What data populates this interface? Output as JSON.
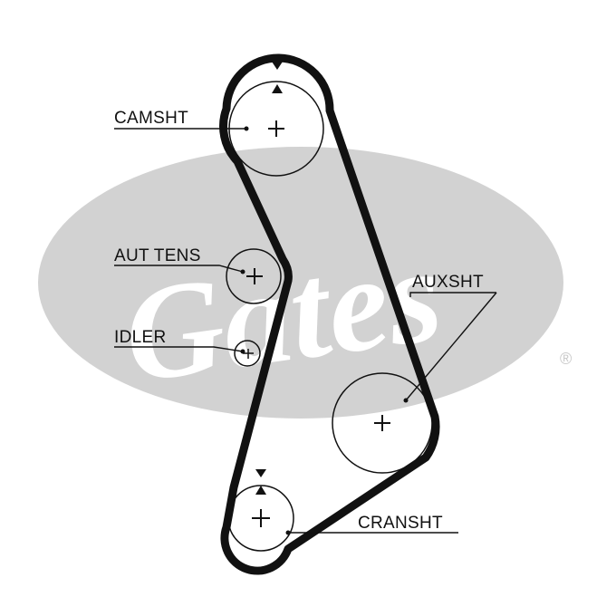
{
  "brand": {
    "watermark_text": "Gates",
    "registered_mark": "®",
    "watermark_color": "#d2d2d2"
  },
  "diagram": {
    "line_color": "#111111",
    "labels": {
      "camshaft": "CAMSHT",
      "auto_tensioner": "AUT TENS",
      "idler": "IDLER",
      "auxiliary_shaft": "AUXSHT",
      "crankshaft": "CRANSHT"
    }
  }
}
